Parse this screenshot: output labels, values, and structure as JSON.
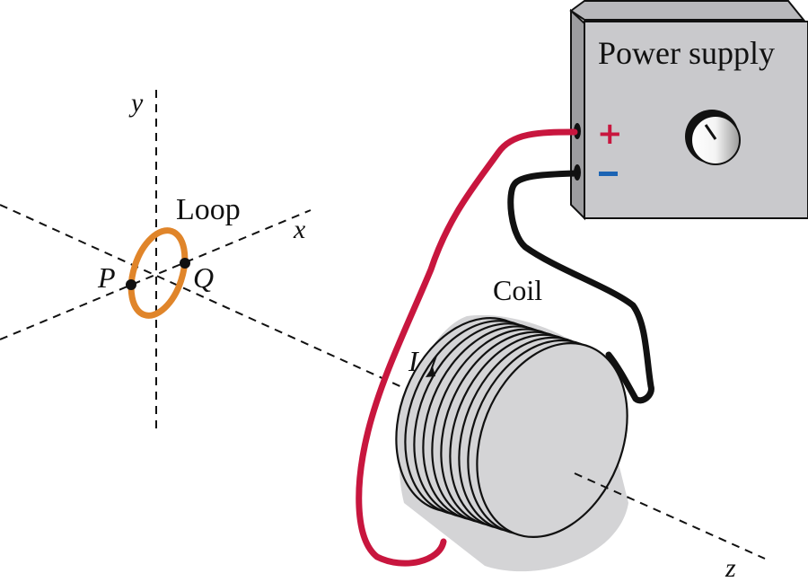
{
  "labels": {
    "y_axis": "y",
    "x_axis": "x",
    "z_axis": "z",
    "loop": "Loop",
    "point_p": "P",
    "point_q": "Q",
    "coil": "Coil",
    "current": "I",
    "power_supply": "Power supply",
    "plus": "+",
    "minus": "−"
  },
  "colors": {
    "loop": "#e0852a",
    "positive_wire": "#c8163e",
    "negative_wire": "#111111",
    "plus_sign": "#c8163e",
    "minus_sign": "#1c64b4",
    "box_face": "#c9c9cc",
    "box_side": "#9d9da0",
    "coil_fill": "#d4d4d6"
  },
  "coil": {
    "turns": 10
  }
}
